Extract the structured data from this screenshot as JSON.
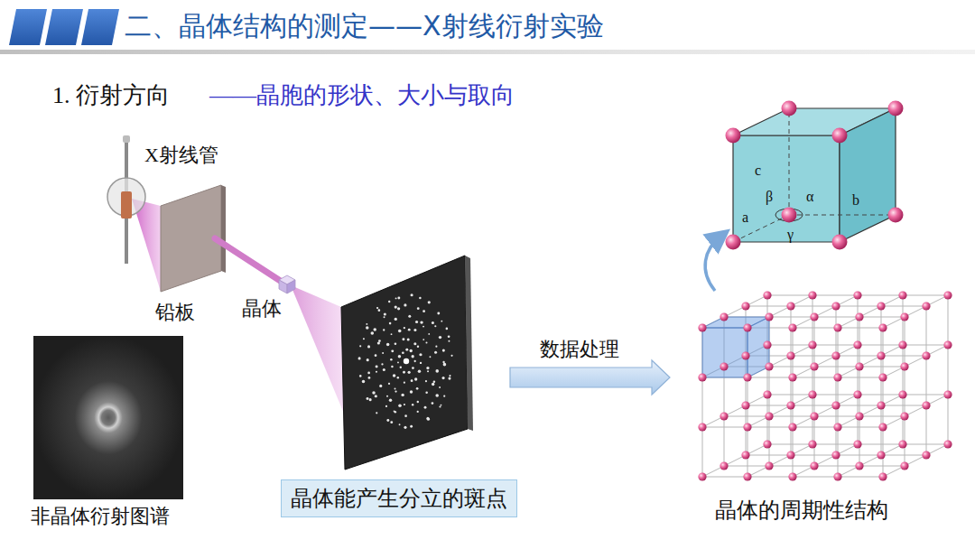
{
  "diagram": {
    "title": "二、晶体结构的测定——X射线衍射实验",
    "nodes": [
      {
        "text": [
          "晶体能产生分立的斑点"
        ]
      }
    ],
    "labels": [
      "1. 衍射方向",
      "——晶胞的形状、大小与取向",
      "X射线管",
      "铅板",
      "晶体",
      "非晶体衍射图谱",
      "数据处理",
      "晶体的周期性结构",
      "c",
      "β",
      "α",
      "a",
      "γ",
      "b"
    ]
  }
}
